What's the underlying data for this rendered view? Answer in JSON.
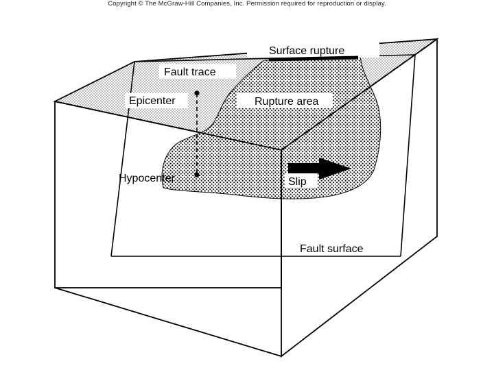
{
  "copyright": "Copyright © The McGraw-Hill Companies, Inc. Permission required for reproduction or display.",
  "labels": {
    "surface_rupture": "Surface rupture",
    "fault_trace": "Fault trace",
    "epicenter": "Epicenter",
    "rupture_area": "Rupture area",
    "hypocenter": "Hypocenter",
    "slip": "Slip",
    "fault_surface": "Fault surface"
  }
}
